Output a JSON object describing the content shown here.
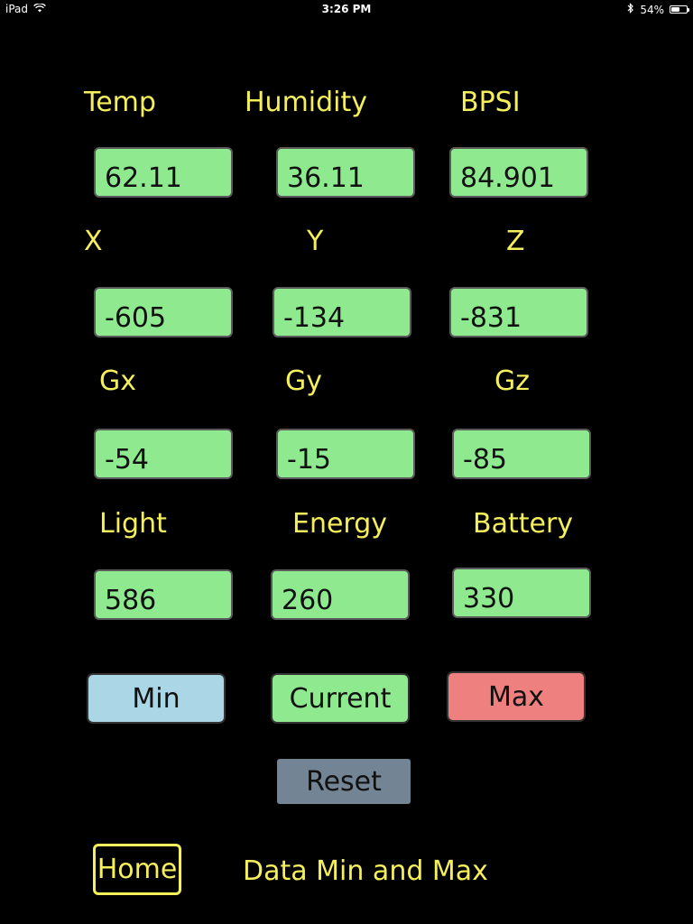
{
  "status_bar": {
    "device": "iPad",
    "time": "3:26 PM",
    "battery_percent_label": "54%",
    "battery_level": 0.54,
    "icons": [
      "wifi-icon",
      "bluetooth-icon",
      "battery-icon"
    ]
  },
  "sensors": {
    "temp": {
      "label": "Temp",
      "value": "62.11"
    },
    "humidity": {
      "label": "Humidity",
      "value": "36.11"
    },
    "bpsi": {
      "label": "BPSI",
      "value": "84.901"
    },
    "x": {
      "label": "X",
      "value": "-605"
    },
    "y": {
      "label": "Y",
      "value": "-134"
    },
    "z": {
      "label": "Z",
      "value": "-831"
    },
    "gx": {
      "label": "Gx",
      "value": "-54"
    },
    "gy": {
      "label": "Gy",
      "value": "-15"
    },
    "gz": {
      "label": "Gz",
      "value": "-85"
    },
    "light": {
      "label": "Light",
      "value": "586"
    },
    "energy": {
      "label": "Energy",
      "value": "260"
    },
    "battery": {
      "label": "Battery",
      "value": "330"
    }
  },
  "buttons": {
    "min": "Min",
    "current": "Current",
    "max": "Max",
    "reset": "Reset"
  },
  "footer": {
    "home": "Home",
    "caption": "Data Min and Max"
  },
  "colors": {
    "background": "#000000",
    "label_text": "#f5ef5c",
    "value_box": "#8fea8f",
    "min_button": "#abd6e6",
    "current_button": "#8fea8f",
    "max_button": "#ef8080",
    "reset_button": "#738494"
  }
}
